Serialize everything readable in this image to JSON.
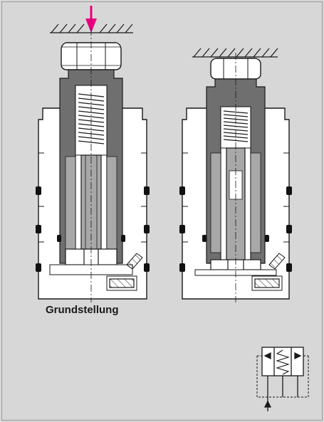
{
  "caption": "Grundstellung",
  "colors": {
    "background": "#d7d7d7",
    "body_fill": "#ffffff",
    "dark_fill": "#6f6f6f",
    "mid_fill": "#a8a8a8",
    "line": "#1a1a1a",
    "force_arrow": "#e6007e",
    "seal": "#111111"
  },
  "icons": {
    "force_arrow": "arrow-down-magenta",
    "symbol": "hydraulic-valve-symbol"
  }
}
